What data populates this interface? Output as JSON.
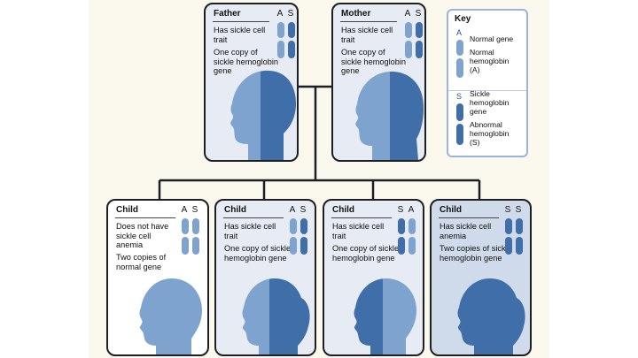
{
  "colors": {
    "light_blue": "#7fa3cf",
    "dark_blue": "#3f6ea8",
    "card_border": "#1d1f24",
    "card_pale": "#e7ecf4",
    "background": "#fbf9ed"
  },
  "key": {
    "title": "Key",
    "normal_letter": "A",
    "normal_gene": "Normal gene",
    "normal_hemoglobin": "Normal hemoglobin (A)",
    "sickle_letter": "S",
    "sickle_gene": "Sickle hemoglobin gene",
    "abnormal_hemoglobin": "Abnormal hemoglobin (S)"
  },
  "cards": [
    {
      "id": "father",
      "title": "Father",
      "alleles": [
        "A",
        "S"
      ],
      "chromosomes": [
        "light",
        "dark"
      ],
      "line1": "Has sickle cell trait",
      "line2": "One copy of sickle hemoglobin gene",
      "head_icon": "adult-male-head-icon"
    },
    {
      "id": "mother",
      "title": "Mother",
      "alleles": [
        "A",
        "S"
      ],
      "chromosomes": [
        "light",
        "dark"
      ],
      "line1": "Has sickle cell trait",
      "line2": "One copy of sickle hemoglobin gene",
      "head_icon": "adult-female-head-icon"
    },
    {
      "id": "child1",
      "title": "Child",
      "alleles": [
        "A",
        "S"
      ],
      "chromosomes": [
        "light",
        "light"
      ],
      "line1": "Does not have sickle cell anemia",
      "line2": "Two copies of normal gene",
      "head_icon": "child-boy-head-icon"
    },
    {
      "id": "child2",
      "title": "Child",
      "alleles": [
        "A",
        "S"
      ],
      "chromosomes": [
        "light",
        "dark"
      ],
      "line1": "Has sickle cell trait",
      "line2": "One copy of sickle hemoglobin gene",
      "head_icon": "child-girl-head-icon"
    },
    {
      "id": "child3",
      "title": "Child",
      "alleles": [
        "S",
        "A"
      ],
      "chromosomes": [
        "dark",
        "light"
      ],
      "line1": "Has sickle cell trait",
      "line2": "One copy of sickle hemoglobin gene",
      "head_icon": "child-boy-head-icon"
    },
    {
      "id": "child4",
      "title": "Child",
      "alleles": [
        "S",
        "S"
      ],
      "chromosomes": [
        "dark",
        "dark"
      ],
      "line1": "Has sickle cell anemia",
      "line2": "Two copies of sickle hemoglobin gene",
      "head_icon": "child-girl-head-icon"
    }
  ]
}
